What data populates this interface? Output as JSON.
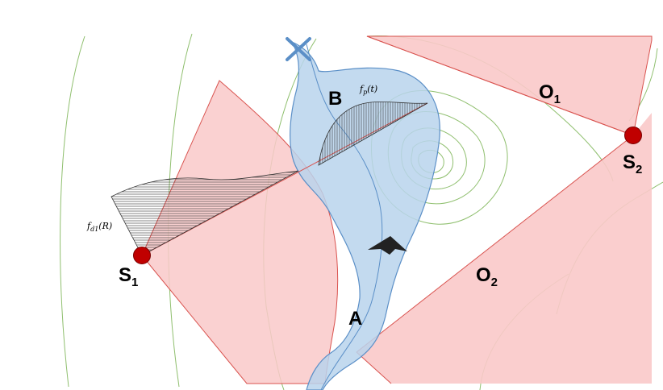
{
  "labels": {
    "A": "A",
    "B": "B",
    "O1_main": "O",
    "O1_sub": "1",
    "O2_main": "O",
    "O2_sub": "2",
    "S1_main": "S",
    "S1_sub": "1",
    "S2_main": "S",
    "S2_sub": "2",
    "fp_main": "f",
    "fp_sub": "p",
    "fp_arg": "(t)",
    "fd1_main": "f",
    "fd1_sub": "d1",
    "fd1_arg": "(R)"
  },
  "colors": {
    "sensor_region_fill": "#f9c9c9",
    "sensor_region_stroke": "#d9534f",
    "corridor_fill": "#b8d3ec",
    "corridor_stroke": "#5b8fc7",
    "contour": "#8fbf6e",
    "sensor_node": "#c00000",
    "target_marker": "#5b8fc7",
    "vehicle": "#222222"
  },
  "icons": {
    "target": "x-marker-icon",
    "vehicle": "aircraft-icon",
    "sensor": "sensor-node-icon"
  }
}
